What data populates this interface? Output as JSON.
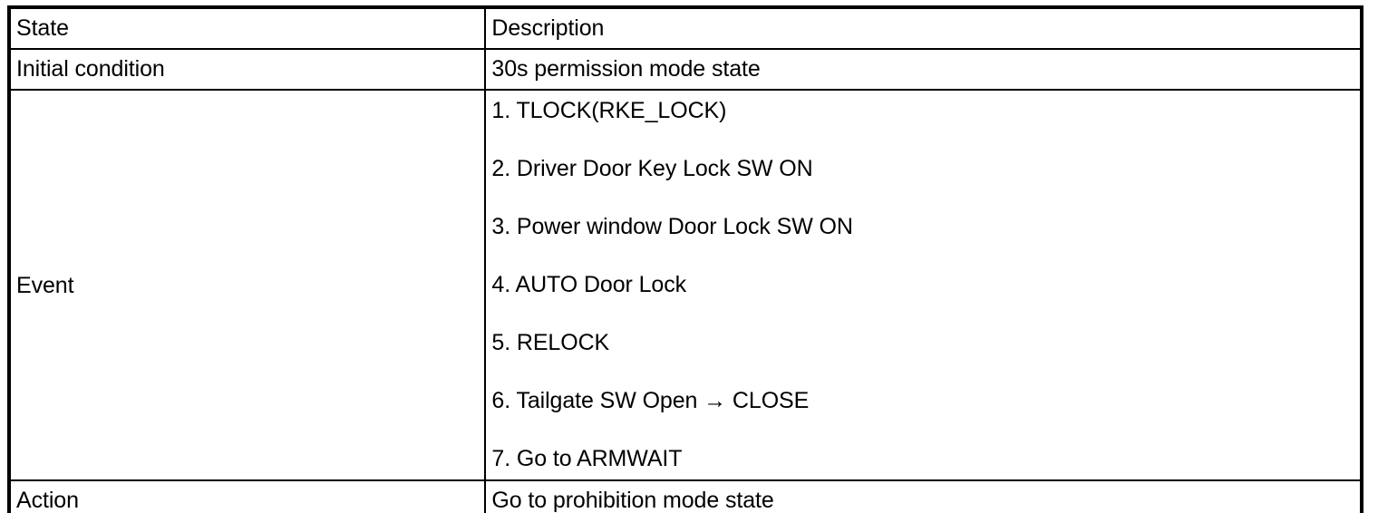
{
  "table": {
    "columns": [
      {
        "key": "state",
        "header": "State"
      },
      {
        "key": "description",
        "header": "Description"
      }
    ],
    "rows": [
      {
        "state": "Initial condition",
        "description": "30s permission mode state"
      },
      {
        "state": "Event",
        "events": [
          "1. TLOCK(RKE_LOCK)",
          "2. Driver Door Key Lock SW ON",
          "3. Power window Door Lock SW ON",
          "4. AUTO Door Lock",
          "5. RELOCK",
          "6. Tailgate SW Open → CLOSE",
          "7. Go to ARMWAIT"
        ]
      },
      {
        "state": "Action",
        "description": "Go to prohibition mode state"
      }
    ]
  },
  "style": {
    "border_color": "#000000",
    "background_color": "#ffffff",
    "text_color": "#000000"
  }
}
